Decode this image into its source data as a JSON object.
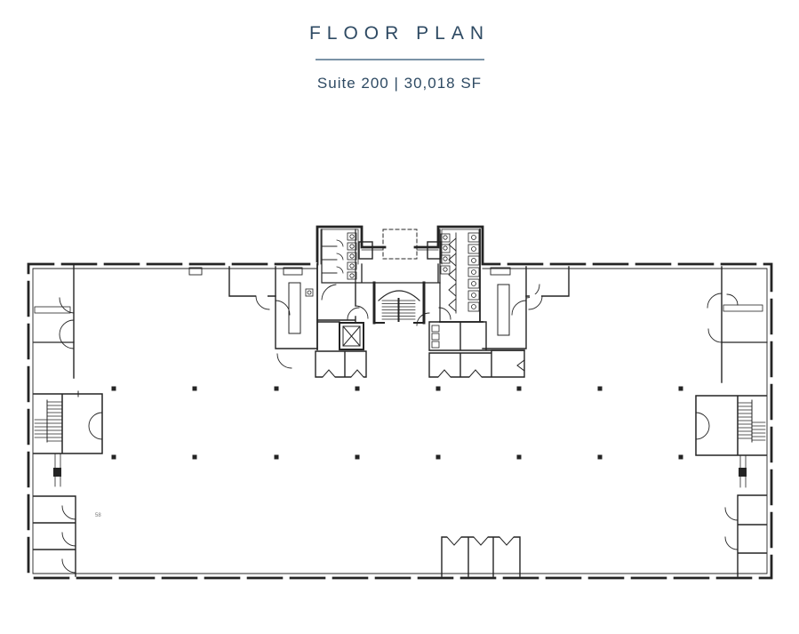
{
  "header": {
    "title": "FLOOR PLAN",
    "subtitle": "Suite 200 | 30,018 SF",
    "accent_color": "#2e4a63",
    "divider_color": "#7b93a6"
  },
  "plan": {
    "room_label": "58",
    "line_color": "#242424"
  }
}
